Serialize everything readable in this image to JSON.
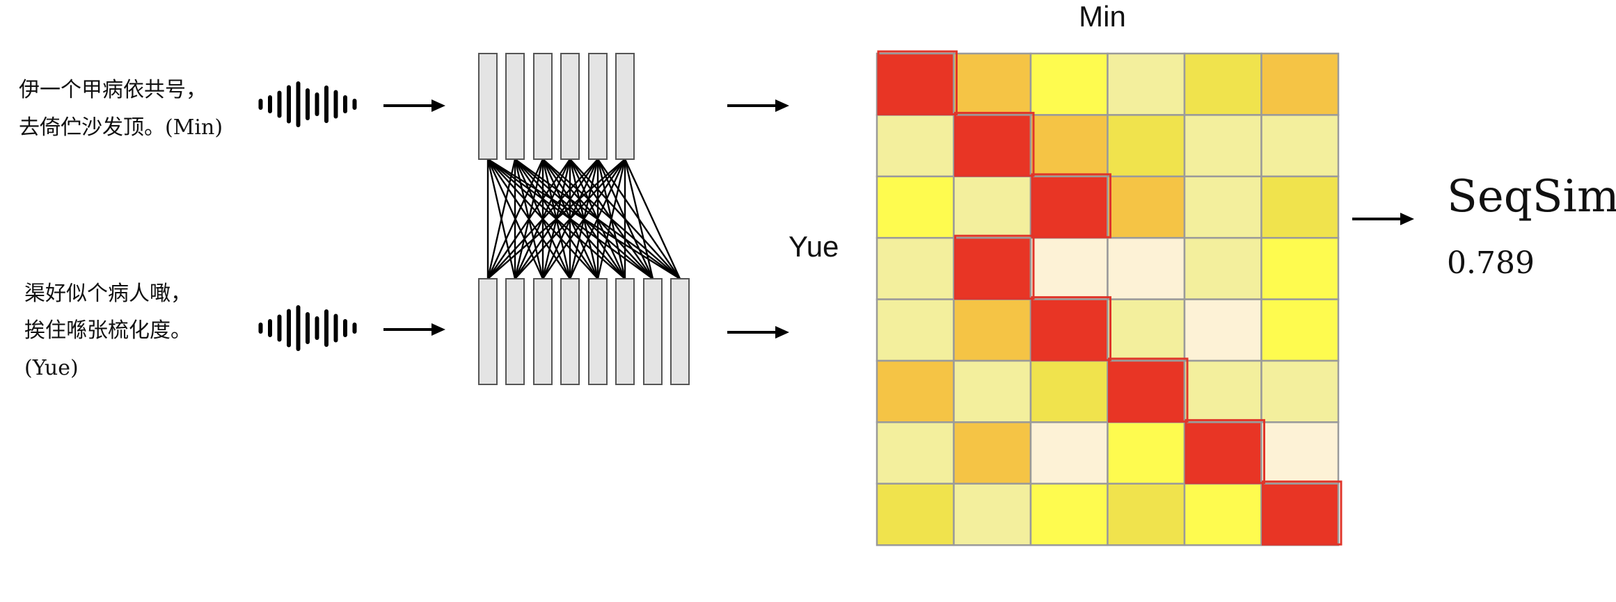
{
  "inputs": [
    {
      "lines": [
        "伊一个甲病依共号，",
        "去倚伫沙发顶。(Min)"
      ]
    },
    {
      "lines": [
        "渠好似个病人噉，",
        "挨住喺张梳化度。",
        "(Yue)"
      ]
    }
  ],
  "icons": {
    "waveform": "sound-wave-icon",
    "arrow": "right-arrow-icon"
  },
  "matrix": {
    "top_label": "Min",
    "left_label": "Yue",
    "levels": [
      [
        4,
        3,
        2,
        1,
        2,
        3
      ],
      [
        1,
        4,
        3,
        2,
        1,
        1
      ],
      [
        2,
        1,
        4,
        3,
        1,
        2
      ],
      [
        1,
        4,
        0,
        0,
        1,
        2
      ],
      [
        1,
        3,
        4,
        1,
        0,
        2
      ],
      [
        3,
        1,
        2,
        4,
        1,
        1
      ],
      [
        1,
        3,
        0,
        2,
        4,
        0
      ],
      [
        2,
        1,
        2,
        2,
        2,
        4
      ]
    ],
    "path": [
      [
        0,
        0
      ],
      [
        1,
        1
      ],
      [
        2,
        2
      ],
      [
        3,
        1
      ],
      [
        4,
        2
      ],
      [
        5,
        3
      ],
      [
        6,
        4
      ],
      [
        7,
        5
      ]
    ],
    "colors": [
      "#fdf2d6",
      "#f3ef9d",
      "#fefb4f",
      "#f5c445",
      "#e83525"
    ],
    "highlight_colors": {
      "2": "#f0e34d"
    }
  },
  "result": {
    "title": "SeqSim",
    "value": "0.789"
  }
}
